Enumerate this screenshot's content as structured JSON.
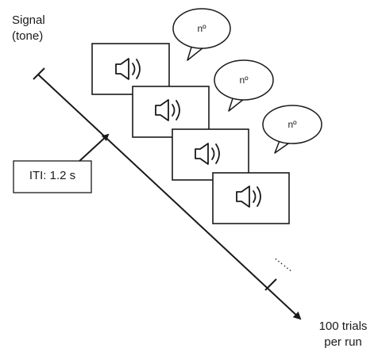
{
  "signal_label_line1": "Signal",
  "signal_label_line2": "(tone)",
  "iti_label": "ITI: 1.2 s",
  "end_label_line1": "100 trials",
  "end_label_line2": "per run",
  "continuation": "……",
  "trials": [
    {
      "icon": "speaker-icon",
      "response": "nº"
    },
    {
      "icon": "speaker-icon",
      "response": "nº"
    },
    {
      "icon": "speaker-icon",
      "response": "nº"
    },
    {
      "icon": "speaker-icon",
      "response": null
    }
  ]
}
